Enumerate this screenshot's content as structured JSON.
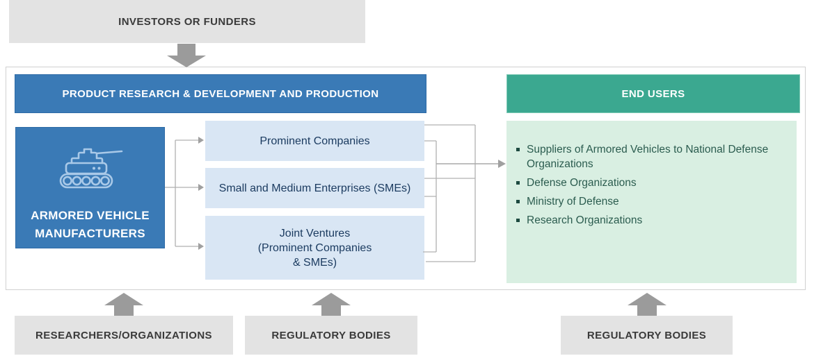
{
  "palette": {
    "blue": "#3a7ab6",
    "teal": "#3ba890",
    "light_blue": "#d9e6f4",
    "light_green": "#d9efe2",
    "gray_box": "#e3e3e3",
    "arrow_gray": "#9b9b9b",
    "connector_gray": "#b1b1b1",
    "navy_text": "#1a3a5f",
    "green_text": "#2b5c4f"
  },
  "top": {
    "investors_label": "INVESTORS OR FUNDERS"
  },
  "main": {
    "rd_header": "PRODUCT RESEARCH & DEVELOPMENT AND PRODUCTION",
    "end_users_header": "END USERS",
    "manufacturer": {
      "icon": "tank-icon",
      "label": "ARMORED VEHICLE MANUFACTURERS"
    },
    "producers": [
      {
        "label": "Prominent Companies"
      },
      {
        "label": "Small and Medium Enterprises (SMEs)"
      },
      {
        "label": "Joint Ventures\n(Prominent Companies\n& SMEs)"
      }
    ],
    "end_users": [
      "Suppliers of Armored Vehicles to National Defense Organizations",
      "Defense Organizations",
      "Ministry of Defense",
      "Research Organizations"
    ]
  },
  "bottom": [
    {
      "label": "RESEARCHERS/ORGANIZATIONS"
    },
    {
      "label": "REGULATORY BODIES"
    },
    {
      "label": "REGULATORY BODIES"
    }
  ]
}
